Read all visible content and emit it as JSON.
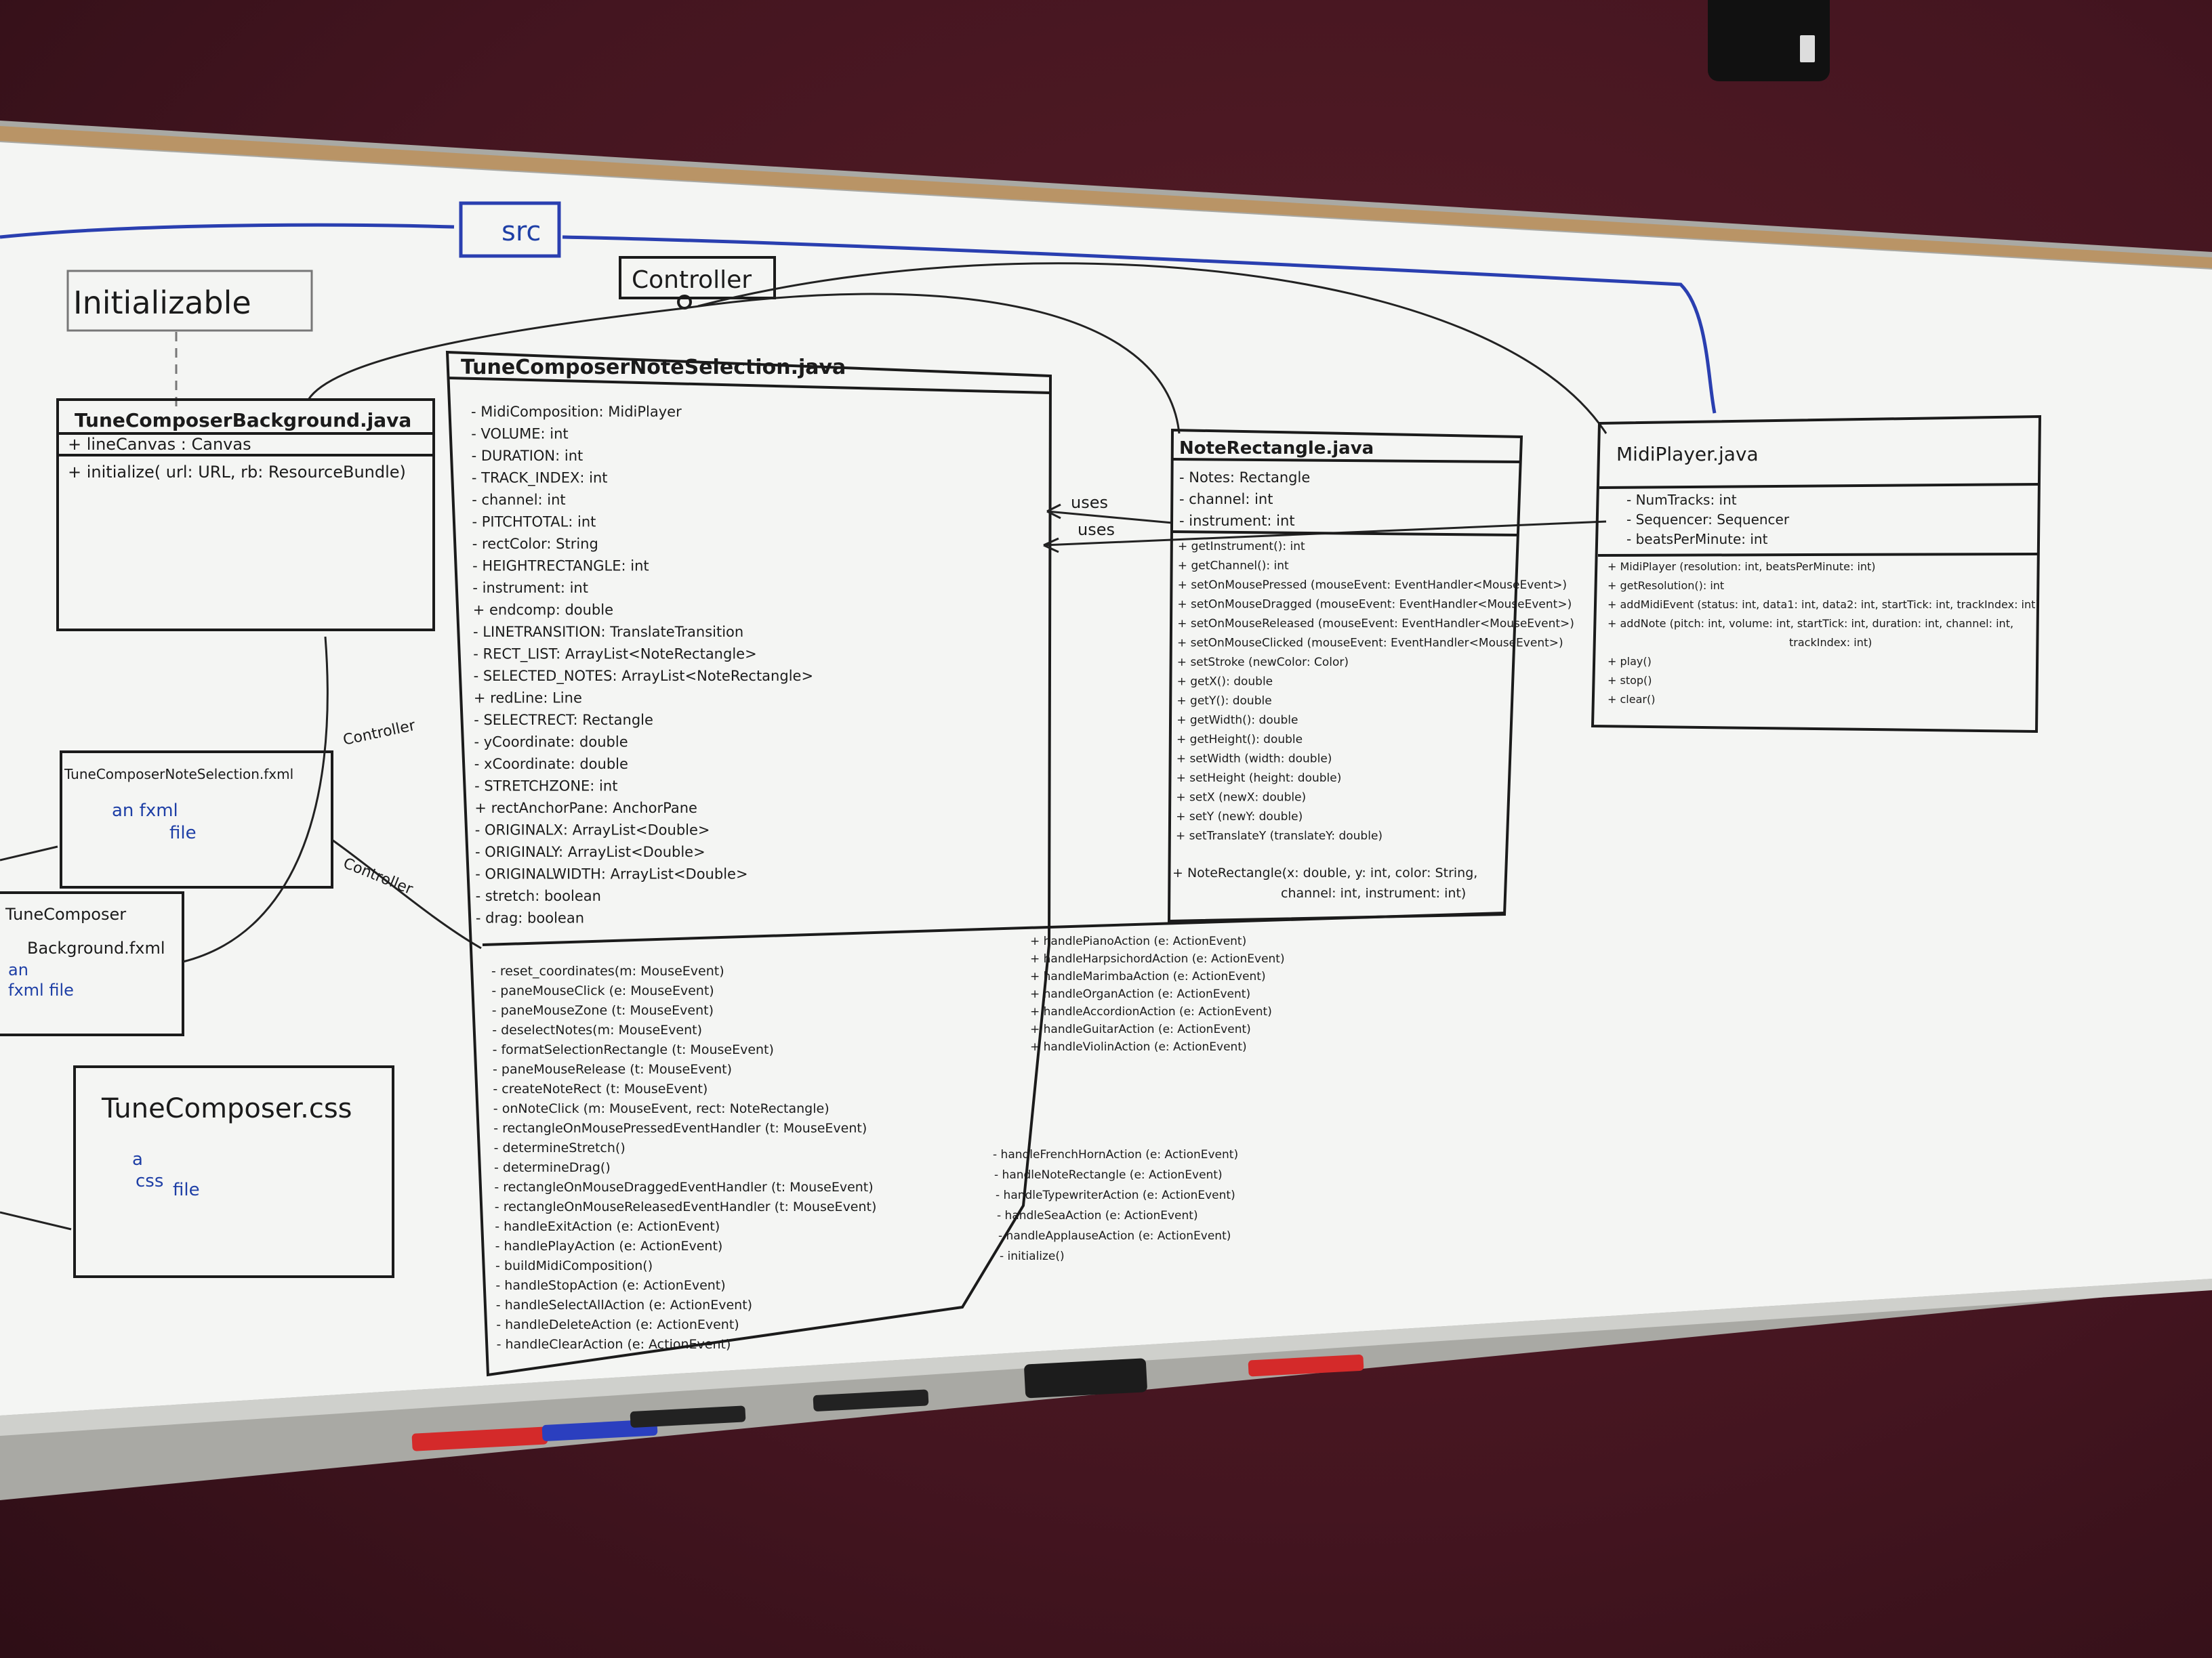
{
  "board": {
    "src": "src",
    "initializable": "Initializable",
    "controller": "Controller",
    "uses1": "uses",
    "uses2": "uses",
    "controller_label1": "Controller",
    "controller_label2": "Controller"
  },
  "background_class": {
    "title": "TuneComposerBackground.java",
    "fields": [
      "+ lineCanvas : Canvas"
    ],
    "methods": [
      "+ initialize( url: URL, rb: ResourceBundle)"
    ]
  },
  "selection_fxml": {
    "title": "TuneComposerNoteSelection.fxml",
    "note_lines": [
      "an fxml",
      "file"
    ]
  },
  "background_fxml": {
    "title_lines": [
      "TuneComposer",
      "Background.fxml"
    ],
    "note_lines": [
      "an",
      "fxml file"
    ]
  },
  "css_file": {
    "title": "TuneComposer.css",
    "note_lines": [
      "a",
      "css",
      "file"
    ]
  },
  "selection_class": {
    "title": "TuneComposerNoteSelection.java",
    "fields": [
      "- MidiComposition: MidiPlayer",
      "- VOLUME: int",
      "- DURATION: int",
      "- TRACK_INDEX: int",
      "- channel: int",
      "- PITCHTOTAL: int",
      "- rectColor: String",
      "- HEIGHTRECTANGLE: int",
      "- instrument: int",
      "+ endcomp: double",
      "- LINETRANSITION: TranslateTransition",
      "- RECT_LIST: ArrayList<NoteRectangle>",
      "- SELECTED_NOTES: ArrayList<NoteRectangle>",
      "+ redLine: Line",
      "- SELECTRECT: Rectangle",
      "- yCoordinate: double",
      "- xCoordinate: double",
      "- STRETCHZONE: int",
      "+ rectAnchorPane: AnchorPane",
      "- ORIGINALX: ArrayList<Double>",
      "- ORIGINALY: ArrayList<Double>",
      "- ORIGINALWIDTH: ArrayList<Double>",
      "- stretch: boolean",
      "- drag: boolean"
    ],
    "methods_left": [
      "- reset_coordinates(m: MouseEvent)",
      "- paneMouseClick (e: MouseEvent)",
      "- paneMouseZone (t: MouseEvent)",
      "- deselectNotes(m: MouseEvent)",
      "- formatSelectionRectangle (t: MouseEvent)",
      "- paneMouseRelease (t: MouseEvent)",
      "- createNoteRect (t: MouseEvent)",
      "- onNoteClick (m: MouseEvent, rect: NoteRectangle)",
      "- rectangleOnMousePressedEventHandler (t: MouseEvent)",
      "- determineStretch()",
      "- determineDrag()",
      "- rectangleOnMouseDraggedEventHandler (t: MouseEvent)",
      "- rectangleOnMouseReleasedEventHandler (t: MouseEvent)",
      "- handleExitAction (e: ActionEvent)",
      "- handlePlayAction (e: ActionEvent)",
      "- buildMidiComposition()",
      "- handleStopAction (e: ActionEvent)",
      "- handleSelectAllAction (e: ActionEvent)",
      "- handleDeleteAction (e: ActionEvent)",
      "- handleClearAction (e: ActionEvent)"
    ],
    "methods_right_top": [
      "+ handlePianoAction (e: ActionEvent)",
      "+ handleHarpsichordAction (e: ActionEvent)",
      "+ handleMarimbaAction (e: ActionEvent)",
      "+ handleOrganAction (e: ActionEvent)",
      "+ handleAccordionAction (e: ActionEvent)",
      "+ handleGuitarAction (e: ActionEvent)",
      "+ handleViolinAction (e: ActionEvent)"
    ],
    "methods_right_bottom": [
      "- handleFrenchHornAction (e: ActionEvent)",
      "- handleNoteRectangle (e: ActionEvent)",
      "- handleTypewriterAction (e: ActionEvent)",
      "- handleSeaAction (e: ActionEvent)",
      "- handleApplauseAction (e: ActionEvent)",
      "- initialize()"
    ]
  },
  "note_rect_class": {
    "title": "NoteRectangle.java",
    "fields": [
      "- Notes: Rectangle",
      "- channel: int",
      "- instrument: int"
    ],
    "methods": [
      "+ getInstrument(): int",
      "+ getChannel(): int",
      "+ setOnMousePressed (mouseEvent: EventHandler<MouseEvent>)",
      "+ setOnMouseDragged (mouseEvent: EventHandler<MouseEvent>)",
      "+ setOnMouseReleased (mouseEvent: EventHandler<MouseEvent>)",
      "+ setOnMouseClicked (mouseEvent: EventHandler<MouseEvent>)",
      "+ setStroke (newColor: Color)",
      "+ getX(): double",
      "+ getY(): double",
      "+ getWidth(): double",
      "+ getHeight(): double",
      "+ setWidth (width: double)",
      "+ setHeight (height: double)",
      "+ setX (newX: double)",
      "+ setY (newY: double)",
      "+ setTranslateY (translateY: double)"
    ],
    "constructor_lines": [
      "+ NoteRectangle(x: double, y: int, color: String,",
      "channel: int, instrument: int)"
    ]
  },
  "midi_class": {
    "title": "MidiPlayer.java",
    "fields": [
      "- NumTracks: int",
      "- Sequencer: Sequencer",
      "- beatsPerMinute: int"
    ],
    "methods": [
      "+ MidiPlayer (resolution: int, beatsPerMinute: int)",
      "+ getResolution(): int",
      "+ addMidiEvent (status: int, data1: int, data2: int, startTick: int, trackIndex: int)",
      "+ addNote (pitch: int, volume: int, startTick: int, duration: int, channel: int,",
      "trackIndex: int)",
      "+ play()",
      "+ stop()",
      "+ clear()"
    ]
  },
  "colors": {
    "ink": "#1b1b1b",
    "blue_ink": "#1e3fa6",
    "board": "#f4f5f3",
    "wall": "#4a1820",
    "frame": "#b99466"
  }
}
